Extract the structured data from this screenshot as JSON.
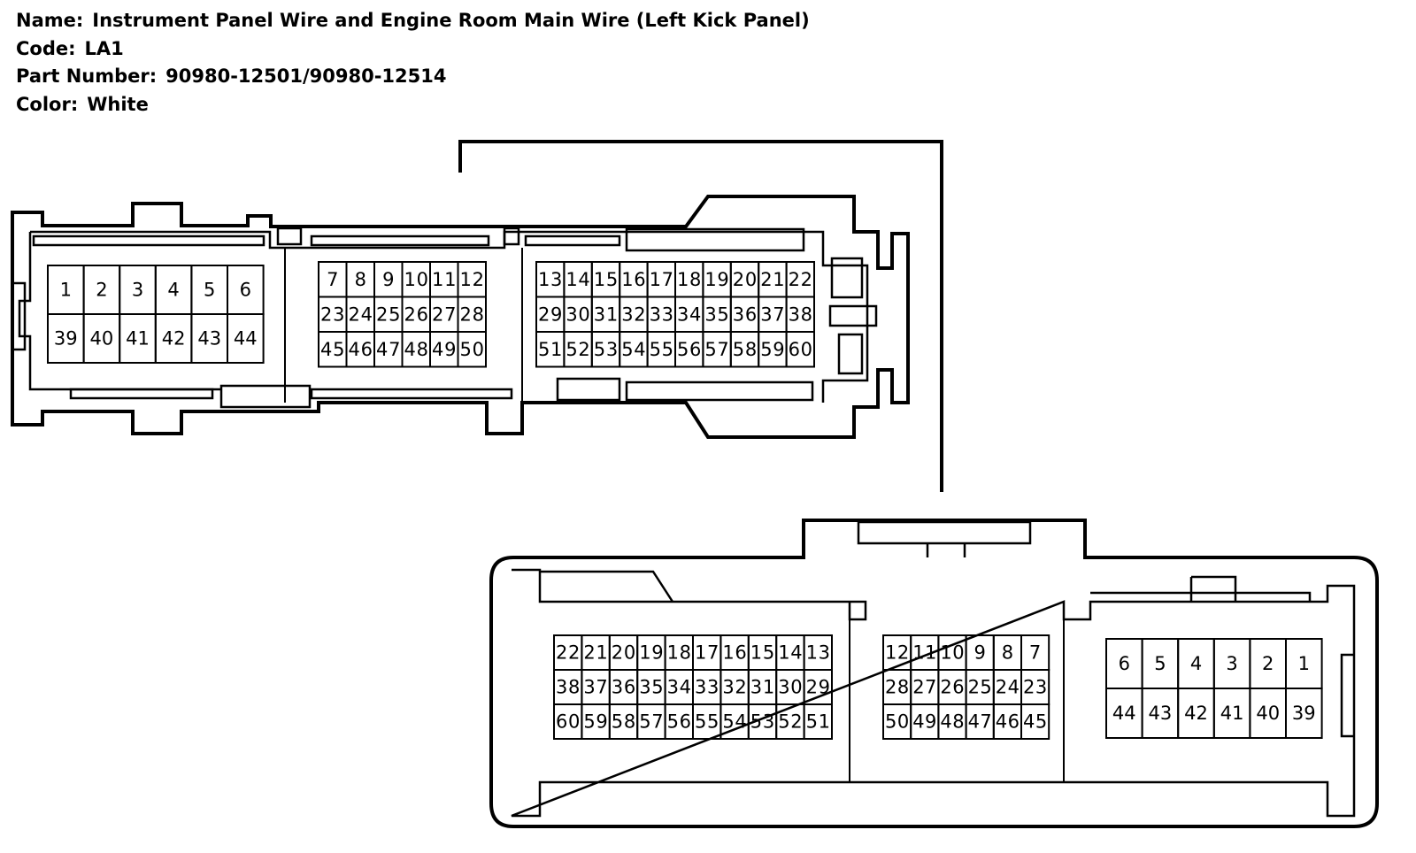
{
  "info": {
    "name_label": "Name:",
    "name_value": "Instrument Panel Wire and Engine Room Main Wire (Left Kick Panel)",
    "code_label": "Code:",
    "code_value": "LA1",
    "part_label": "Part Number:",
    "part_value": "90980-12501/90980-12514",
    "color_label": "Color:",
    "color_value": "White"
  },
  "connector_top": {
    "block_a": {
      "rows": [
        [
          "1",
          "2",
          "3",
          "4",
          "5",
          "6"
        ],
        [
          "39",
          "40",
          "41",
          "42",
          "43",
          "44"
        ]
      ]
    },
    "block_b": {
      "rows": [
        [
          "7",
          "8",
          "9",
          "10",
          "11",
          "12"
        ],
        [
          "23",
          "24",
          "25",
          "26",
          "27",
          "28"
        ],
        [
          "45",
          "46",
          "47",
          "48",
          "49",
          "50"
        ]
      ]
    },
    "block_c": {
      "rows": [
        [
          "13",
          "14",
          "15",
          "16",
          "17",
          "18",
          "19",
          "20",
          "21",
          "22"
        ],
        [
          "29",
          "30",
          "31",
          "32",
          "33",
          "34",
          "35",
          "36",
          "37",
          "38"
        ],
        [
          "51",
          "52",
          "53",
          "54",
          "55",
          "56",
          "57",
          "58",
          "59",
          "60"
        ]
      ]
    }
  },
  "connector_bottom": {
    "block_c": {
      "rows": [
        [
          "22",
          "21",
          "20",
          "19",
          "18",
          "17",
          "16",
          "15",
          "14",
          "13"
        ],
        [
          "38",
          "37",
          "36",
          "35",
          "34",
          "33",
          "32",
          "31",
          "30",
          "29"
        ],
        [
          "60",
          "59",
          "58",
          "57",
          "56",
          "55",
          "54",
          "53",
          "52",
          "51"
        ]
      ]
    },
    "block_b": {
      "rows": [
        [
          "12",
          "11",
          "10",
          "9",
          "8",
          "7"
        ],
        [
          "28",
          "27",
          "26",
          "25",
          "24",
          "23"
        ],
        [
          "50",
          "49",
          "48",
          "47",
          "46",
          "45"
        ]
      ]
    },
    "block_a": {
      "rows": [
        [
          "6",
          "5",
          "4",
          "3",
          "2",
          "1"
        ],
        [
          "44",
          "43",
          "42",
          "41",
          "40",
          "39"
        ]
      ]
    }
  }
}
